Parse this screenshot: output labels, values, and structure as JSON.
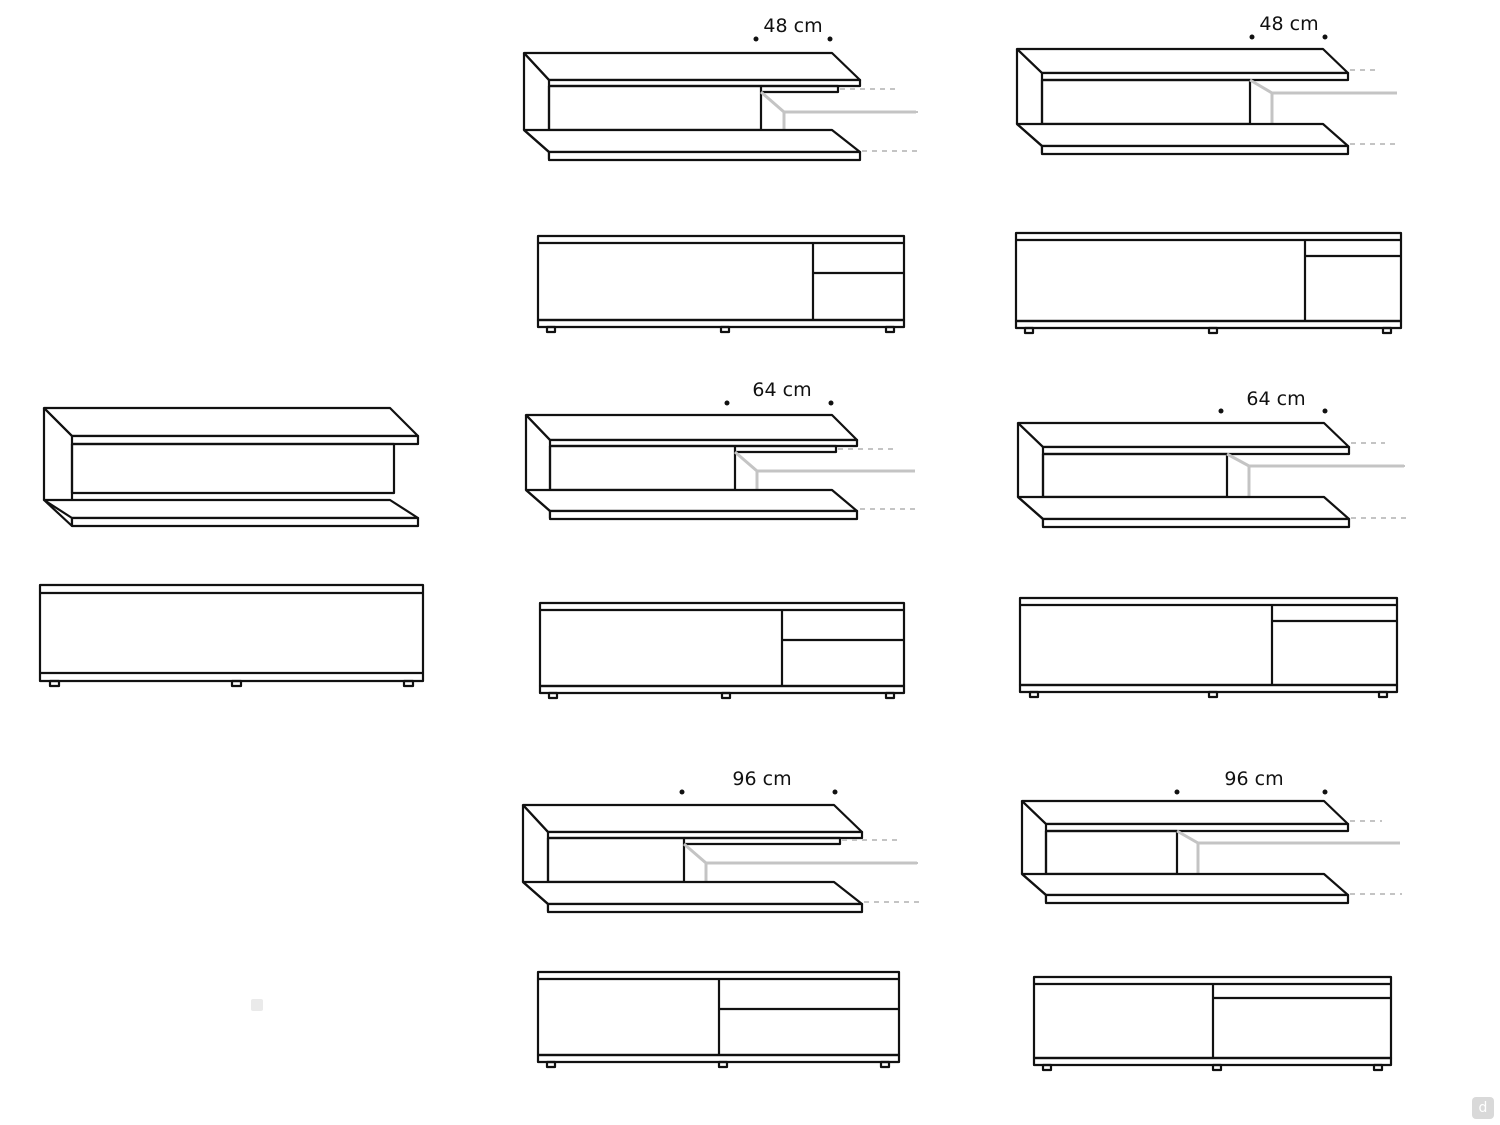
{
  "dimensions": {
    "row1": "48 cm",
    "row2": "64 cm",
    "row3": "96 cm"
  },
  "watermark": {
    "glyph": "d"
  },
  "colors": {
    "line": "#111111",
    "shelf_ghost": "#c4c4c4"
  }
}
